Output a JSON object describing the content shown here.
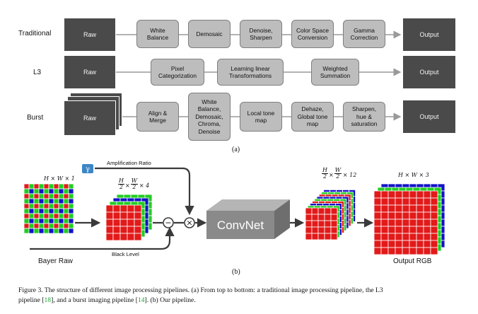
{
  "panel_a": {
    "rows": [
      {
        "label": "Traditional",
        "input": "Raw",
        "stages": [
          "White\nBalance",
          "Demosaic",
          "Denoise,\nSharpen",
          "Color Space\nConversion",
          "Gamma\nCorrection"
        ],
        "output": "Output"
      },
      {
        "label": "L3",
        "input": "Raw",
        "stages": [
          "Pixel\nCategorization",
          "Learning linear\nTransformations",
          "Weighted\nSummation"
        ],
        "output": "Output"
      },
      {
        "label": "Burst",
        "input": "Raw",
        "stages": [
          "Align &\nMerge",
          "White\nBalance,\nDemosaic,\nChroma,\nDenoise",
          "Local tone\nmap",
          "Dehaze,\nGlobal tone\nmap",
          "Sharpen,\nhue &\nsaturation"
        ],
        "output": "Output"
      }
    ],
    "sublabel": "(a)"
  },
  "panel_b": {
    "bayer_dims": "H × W × 1",
    "bayer_label": "Bayer Raw",
    "packed_dims_tail": "× 4",
    "gamma_symbol": "γ",
    "amplification_label": "Amplification Ratio",
    "black_level_label": "Black Level",
    "minus_symbol": "−",
    "times_symbol": "×",
    "network_label": "ConvNet",
    "features_dims_tail": "× 12",
    "output_dims": "H × W × 3",
    "output_label": "Output RGB",
    "frac_h_num": "H",
    "frac_w_num": "W",
    "frac_den": "2",
    "frac_times": "×",
    "sublabel": "(b)",
    "colors": {
      "red": "#e21a1a",
      "green": "#22cc22",
      "blue": "#1212c8",
      "gamma_badge": "#3d86c6",
      "convnet": "#8a8a8a"
    }
  },
  "caption": {
    "part1": "Figure 3. The structure of different image processing pipelines. (a) From top to bottom: a traditional image processing pipeline, the L3",
    "part2": "pipeline [",
    "ref1": "18",
    "part3": "], and a burst imaging pipeline [",
    "ref2": "14",
    "part4": "]. (b) Our pipeline."
  }
}
